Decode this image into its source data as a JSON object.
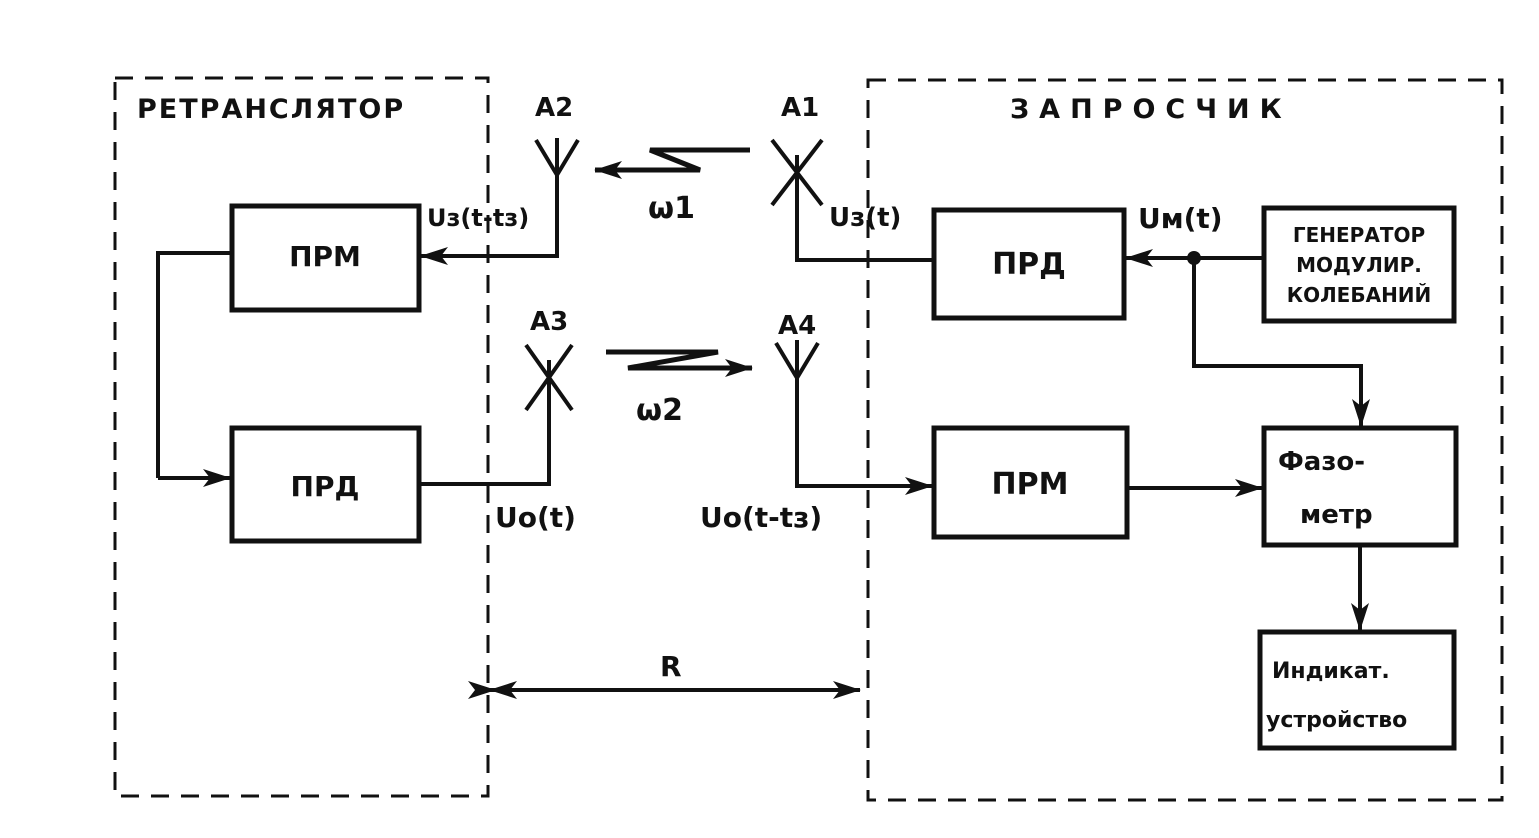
{
  "relay": {
    "title": "РЕТРАНСЛЯТОР",
    "receiver": "ПРМ",
    "transmitter": "ПРД",
    "signal_in": "Uз(t-tз)",
    "signal_out": "Uо(t)"
  },
  "interrogator": {
    "title": "ЗАПРОСЧИК",
    "transmitter": "ПРД",
    "receiver": "ПРМ",
    "generator": [
      "ГЕНЕРАТОР",
      "МОДУЛИР.",
      "КОЛЕБАНИЙ"
    ],
    "phasemeter": [
      "Фазо-",
      "метр"
    ],
    "indicator": [
      "Индикат.",
      "устройство"
    ],
    "signal_out": "Uз(t)",
    "signal_mod": "Uм(t)",
    "signal_in": "Uо(t-tз)"
  },
  "antennas": {
    "a1": "A1",
    "a2": "A2",
    "a3": "A3",
    "a4": "A4"
  },
  "frequencies": {
    "w1": "ω1",
    "w2": "ω2"
  },
  "distance": "R"
}
